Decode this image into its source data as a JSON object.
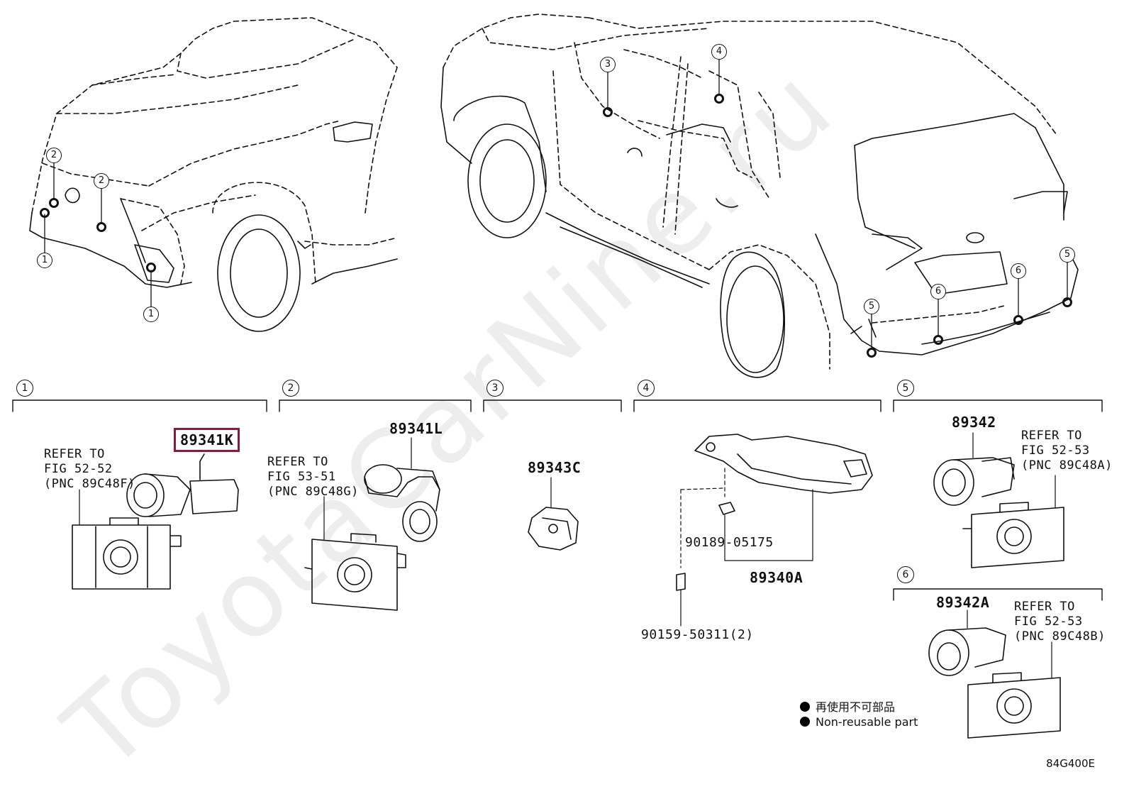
{
  "callouts": [
    "1",
    "2",
    "3",
    "4",
    "5",
    "6"
  ],
  "sections": [
    {
      "num": "1",
      "parts": [
        "89341K"
      ],
      "refer": [
        "REFER TO",
        "FIG 52-52",
        "(PNC 89C48F)"
      ]
    },
    {
      "num": "2",
      "parts": [
        "89341L"
      ],
      "refer": [
        "REFER TO",
        "FIG 53-51",
        "(PNC 89C48G)"
      ]
    },
    {
      "num": "3",
      "parts": [
        "89343C"
      ]
    },
    {
      "num": "4",
      "parts": [
        "90189-05175",
        "89340A",
        "90159-50311(2)"
      ]
    },
    {
      "num": "5",
      "parts": [
        "89342"
      ],
      "refer": [
        "REFER TO",
        "FIG 52-53",
        "(PNC 89C48A)"
      ]
    },
    {
      "num": "6",
      "parts": [
        "89342A"
      ],
      "refer": [
        "REFER TO",
        "FIG 52-53",
        "(PNC 89C48B)"
      ]
    }
  ],
  "highlight_color": "#8b1a3a",
  "legend": {
    "line1": "再使用不可部品",
    "line2": "Non-reusable part"
  },
  "figure_code": "84G400E",
  "watermark": "ToyotaCarNine.ru"
}
